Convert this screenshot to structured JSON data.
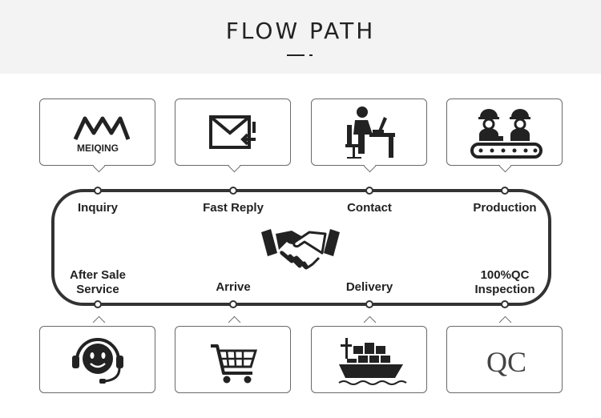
{
  "header": {
    "title": "FLOW PATH"
  },
  "top_cards": [
    {
      "icon": "meiqing-logo",
      "logo_text": "MEIQING"
    },
    {
      "icon": "email-reply-icon"
    },
    {
      "icon": "person-at-computer-icon"
    },
    {
      "icon": "factory-workers-icon"
    }
  ],
  "bottom_cards": [
    {
      "icon": "headset-support-icon"
    },
    {
      "icon": "shopping-cart-icon"
    },
    {
      "icon": "cargo-ship-icon"
    },
    {
      "icon": "qc-icon",
      "text": "QC"
    }
  ],
  "steps_top": [
    {
      "label": "Inquiry"
    },
    {
      "label": "Fast Reply"
    },
    {
      "label": "Contact"
    },
    {
      "label": "Production"
    }
  ],
  "steps_bottom": [
    {
      "line1": "After Sale",
      "line2": "Service"
    },
    {
      "line1": "Arrive"
    },
    {
      "line1": "Delivery"
    },
    {
      "line1": "100%QC",
      "line2": "Inspection"
    }
  ],
  "center": {
    "icon": "handshake-icon"
  },
  "colors": {
    "header_bg": "#f3f3f3",
    "line": "#333333",
    "card_border": "#6a6a6a"
  }
}
